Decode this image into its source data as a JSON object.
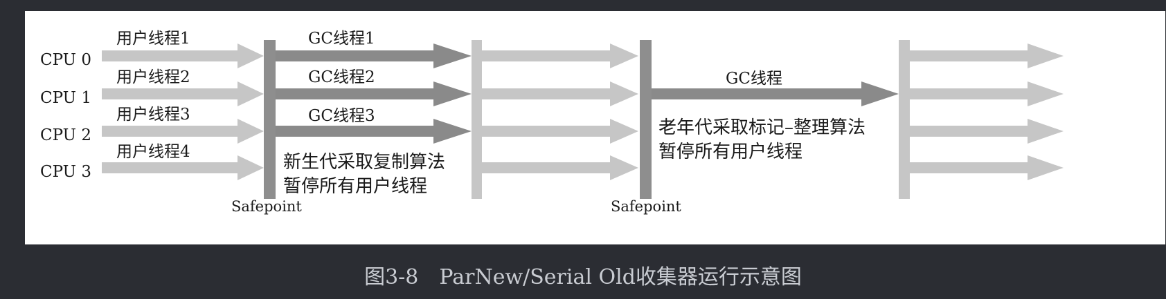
{
  "diagram": {
    "cpus": [
      "CPU 0",
      "CPU 1",
      "CPU 2",
      "CPU 3"
    ],
    "user_threads": [
      "用户线程1",
      "用户线程2",
      "用户线程3",
      "用户线程4"
    ],
    "gc_threads_young": [
      "GC线程1",
      "GC线程2",
      "GC线程3"
    ],
    "gc_thread_old": "GC线程",
    "young_note": [
      "新生代采取复制算法",
      "暂停所有用户线程"
    ],
    "old_note": [
      "老年代采取标记–整理算法",
      "暂停所有用户线程"
    ],
    "safepoint_labels": [
      "Safepoint",
      "Safepoint"
    ],
    "colors": {
      "light_arrow": "#c6c6c6",
      "dark_arrow": "#8a8a8a",
      "safepoint_bar": "#8e8e8e",
      "panel": "#ffffff",
      "background": "#2b2d33",
      "caption": "#c9ccd2"
    }
  },
  "caption": "图3-8　ParNew/Serial Old收集器运行示意图"
}
